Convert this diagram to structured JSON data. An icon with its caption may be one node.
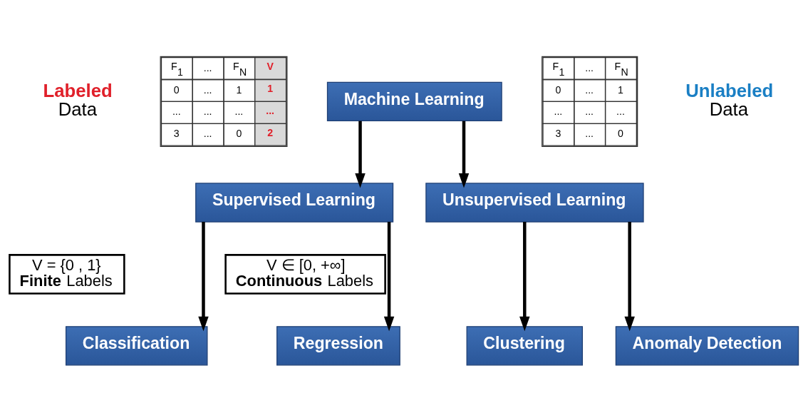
{
  "diagram": {
    "nodes": [
      {
        "text": [
          "Machine Learning"
        ]
      },
      {
        "text": [
          "Supervised Learning"
        ]
      },
      {
        "text": [
          "Unsupervised Learning"
        ]
      },
      {
        "text": [
          "V = {0 , 1}",
          "**Finite** Labels"
        ]
      },
      {
        "text": [
          "V ∈ [0, +∞]",
          "**Continuous** Labels"
        ]
      },
      {
        "text": [
          "Classification"
        ]
      },
      {
        "text": [
          "Regression"
        ]
      },
      {
        "text": [
          "Clustering"
        ]
      },
      {
        "text": [
          "Anomaly Detection"
        ]
      }
    ],
    "edges": [
      {
        "from": 0,
        "to": 1,
        "arrow": "to"
      },
      {
        "from": 0,
        "to": 2,
        "arrow": "to"
      },
      {
        "from": 1,
        "to": 5,
        "arrow": "to"
      },
      {
        "from": 1,
        "to": 6,
        "arrow": "to"
      },
      {
        "from": 2,
        "to": 7,
        "arrow": "to"
      },
      {
        "from": 2,
        "to": 8,
        "arrow": "to"
      }
    ],
    "labels": [
      "Labeled",
      "Data",
      "F$_{1}$",
      "...",
      "F$_{N}$",
      "V",
      "0",
      "...",
      "1",
      "1",
      "...",
      "...",
      "...",
      "...",
      "3",
      "...",
      "0",
      "2",
      "F$_{1}$",
      "...",
      "F$_{N}$",
      "0",
      "...",
      "1",
      "...",
      "...",
      "...",
      "3",
      "...",
      "0",
      "Unlabeled",
      "Data"
    ]
  }
}
